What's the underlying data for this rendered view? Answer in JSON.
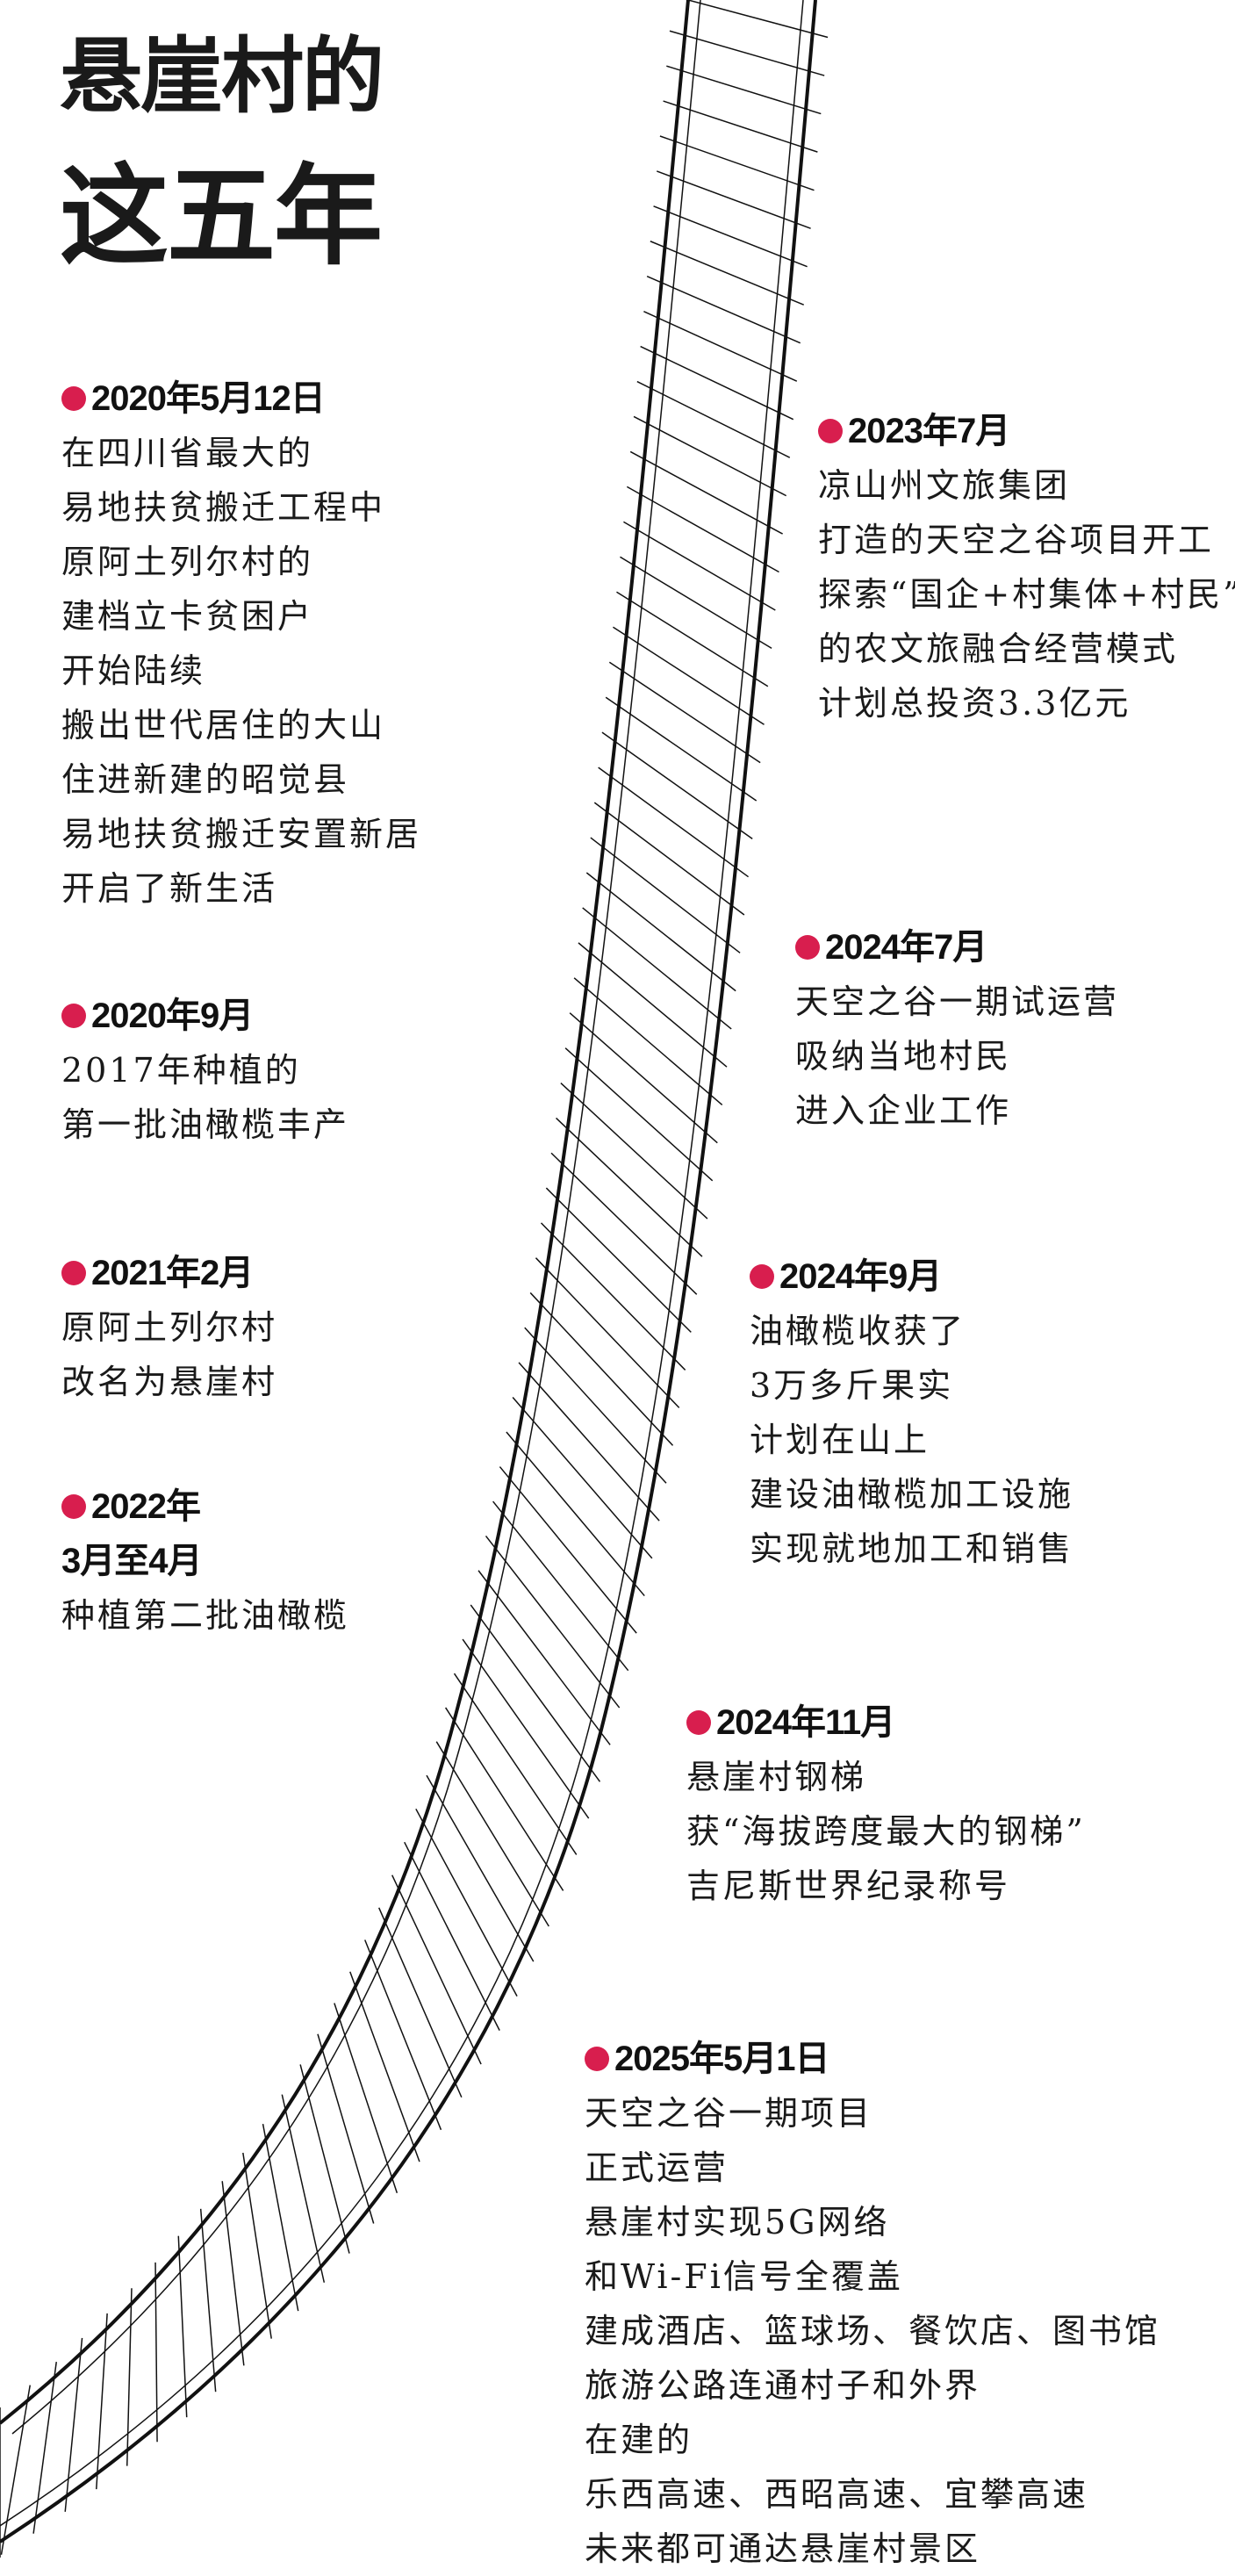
{
  "title": {
    "line1": "悬崖村的",
    "line2": "这五年"
  },
  "accent_color": "#d81e4e",
  "events": [
    {
      "date": "2020年5月12日",
      "lines": [
        "在四川省最大的",
        "易地扶贫搬迁工程中",
        "原阿土列尔村的",
        "建档立卡贫困户",
        "开始陆续",
        "搬出世代居住的大山",
        "住进新建的昭觉县",
        "易地扶贫搬迁安置新居",
        "开启了新生活"
      ]
    },
    {
      "date": "2023年7月",
      "lines": [
        "凉山州文旅集团",
        "打造的天空之谷项目开工",
        "探索“国企+村集体+村民”",
        "的农文旅融合经营模式",
        "计划总投资3.3亿元"
      ]
    },
    {
      "date": "2020年9月",
      "lines": [
        "2017年种植的",
        "第一批油橄榄丰产"
      ]
    },
    {
      "date": "2024年7月",
      "lines": [
        "天空之谷一期试运营",
        "吸纳当地村民",
        "进入企业工作"
      ]
    },
    {
      "date": "2021年2月",
      "lines": [
        "原阿土列尔村",
        "改名为悬崖村"
      ]
    },
    {
      "date": "2024年9月",
      "lines": [
        "油橄榄收获了",
        "3万多斤果实",
        "计划在山上",
        "建设油橄榄加工设施",
        "实现就地加工和销售"
      ]
    },
    {
      "date": "2022年",
      "date2": "3月至4月",
      "lines": [
        "种植第二批油橄榄"
      ]
    },
    {
      "date": "2024年11月",
      "lines": [
        "悬崖村钢梯",
        "获“海拔跨度最大的钢梯”",
        "吉尼斯世界纪录称号"
      ]
    },
    {
      "date": "2025年5月1日",
      "lines": [
        "天空之谷一期项目",
        "正式运营",
        "悬崖村实现5G网络",
        "和Wi-Fi信号全覆盖",
        "建成酒店、篮球场、餐饮店、图书馆",
        "旅游公路连通村子和外界",
        "在建的",
        "乐西高速、西昭高速、宜攀高速",
        "未来都可通达悬崖村景区"
      ]
    }
  ]
}
